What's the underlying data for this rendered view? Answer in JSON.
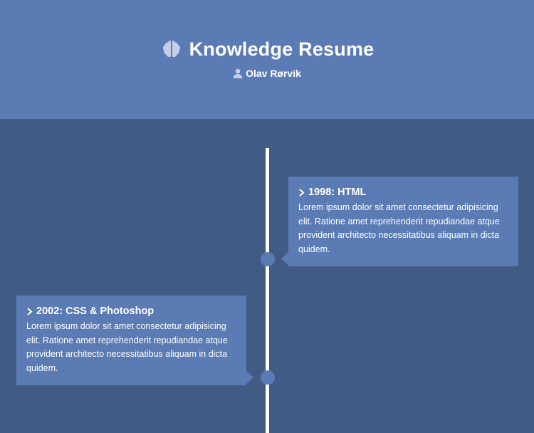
{
  "header": {
    "title": "Knowledge Resume",
    "author": "Olav Rørvik",
    "title_icon": "brain-icon",
    "author_icon": "user-icon"
  },
  "timeline": {
    "entries": [
      {
        "title": "1998: HTML",
        "body": "Lorem ipsum dolor sit amet consectetur adipisicing elit. Ratione amet reprehenderit repudiandae atque provident architecto necessitatibus aliquam in dicta quidem.",
        "side": "right"
      },
      {
        "title": "2002: CSS & Photoshop",
        "body": "Lorem ipsum dolor sit amet consectetur adipisicing elit. Ratione amet reprehenderit repudiandae atque provident architecto necessitatibus aliquam in dicta quidem.",
        "side": "left"
      }
    ]
  },
  "colors": {
    "header_bg": "#5b7bb4",
    "page_bg": "#415b85",
    "card_bg": "#5b7bb4",
    "line": "#ffffff",
    "text": "#ffffff"
  }
}
